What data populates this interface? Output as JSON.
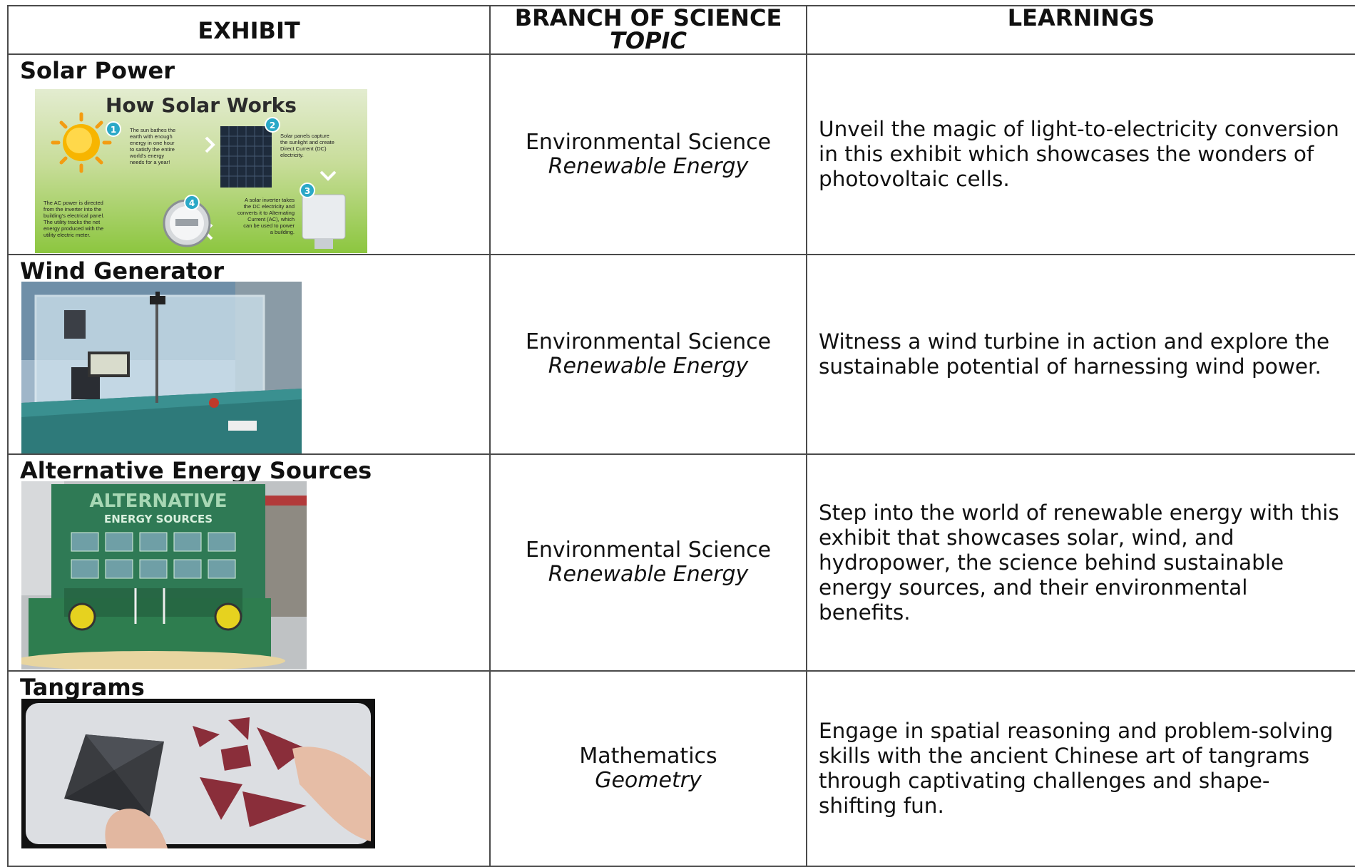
{
  "table": {
    "headers": {
      "exhibit": "EXHIBIT",
      "branch": "BRANCH OF SCIENCE",
      "topic": "TOPIC",
      "learnings": "LEARNINGS"
    },
    "rows": [
      {
        "exhibit": "Solar Power",
        "branch": "Environmental Science",
        "topic": "Renewable Energy",
        "learnings": "Unveil the magic of light-to-electricity conversion in this exhibit which showcases the wonders of photovoltaic cells.",
        "image": {
          "title": "How Solar Works",
          "step1": "The sun bathes the earth with enough energy in one hour to satisfy the entire world's energy needs for a year!",
          "step2": "Solar panels capture the sunlight and create Direct Current (DC) electricity.",
          "step3": "A solar inverter takes the DC electricity and converts it to Alternating Current (AC), which can be used to power a building.",
          "step4": "The AC power is directed from the inverter into the building's electrical panel. The utility tracks the net energy produced with the utility electric meter."
        }
      },
      {
        "exhibit": "Wind Generator",
        "branch": "Environmental Science",
        "topic": "Renewable Energy",
        "learnings": "Witness a wind turbine in action and explore the sustainable potential of harnessing wind power."
      },
      {
        "exhibit": "Alternative Energy Sources",
        "branch": "Environmental Science",
        "topic": "Renewable Energy",
        "learnings": "Step into the world of renewable energy with this exhibit that showcases solar, wind, and hydropower, the science behind sustainable energy sources, and their environmental benefits.",
        "image": {
          "sign_line1": "ALTERNATIVE",
          "sign_line2": "ENERGY SOURCES"
        }
      },
      {
        "exhibit": "Tangrams",
        "branch": "Mathematics",
        "topic": "Geometry",
        "learnings": "Engage in spatial reasoning and problem-solving skills with the ancient Chinese art of tangrams through captivating challenges and shape-shifting fun."
      }
    ]
  },
  "colors": {
    "border": "#4a4a4a",
    "solar_bg_top": "#dfe9c8",
    "solar_bg_bottom": "#8cc63f",
    "step_badge": "#2aa8c7",
    "exhibit_table_green": "#2e7d5b"
  }
}
